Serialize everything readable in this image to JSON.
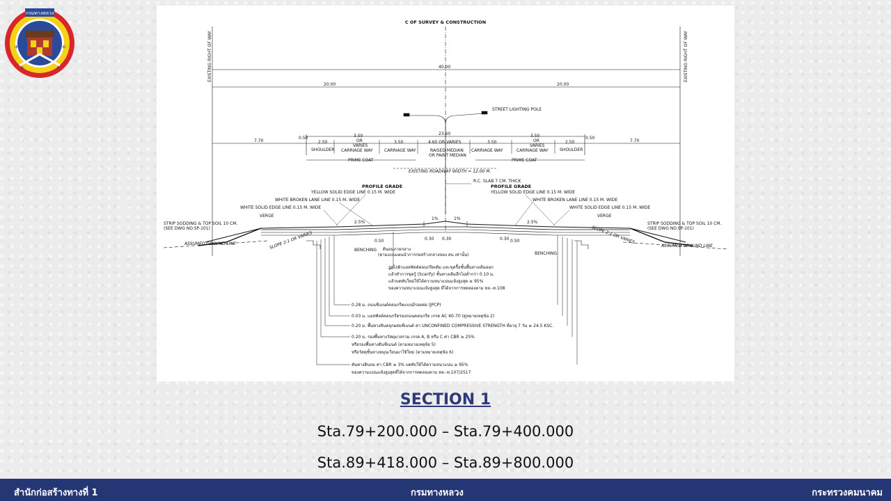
{
  "logo": {
    "text": "กรมทางหลวง"
  },
  "drawing": {
    "cl_label": "C OF SURVEY & CONSTRUCTION",
    "row_left": "EXISTING RIGHT OF WAY",
    "row_right": "EXISTING RIGHT OF WAY",
    "dim_total": "40.00",
    "dim_half_left": "20.00",
    "dim_half_right": "20.00",
    "street_light": "STREET LIGHTING POLE",
    "dim_roadway": "23.60",
    "dim_770_l": "7.70",
    "dim_770_r": "7.70",
    "dim_050_l": "0.50",
    "dim_050_r": "0.50",
    "dim_250_l": "2.50",
    "dim_250_r": "2.50",
    "lbl_shoulder_l": "SHOULDER",
    "lbl_shoulder_r": "SHOULDER",
    "lbl_350_or_varies_l1": "3.50",
    "lbl_or_l": "OR",
    "lbl_varies_l": "VARIES",
    "lbl_cway_l1": "CARRIAGE WAY",
    "dim_350_l2": "3.50",
    "lbl_cway_l2": "CARRIAGE WAY",
    "lbl_median_dim": "4.60 OR VARIES",
    "lbl_median_1": "RAISED MEDIAN",
    "lbl_median_2": "OR PAINT MEDIAN",
    "dim_350_r2": "3.50",
    "lbl_cway_r2": "CARRIAGE WAY",
    "lbl_350_or_varies_r1": "3.50",
    "lbl_or_r": "OR",
    "lbl_varies_r": "VARIES",
    "lbl_cway_r1": "CARRIAGE WAY",
    "prime_l": "PRIME COAT",
    "prime_r": "PRIME COAT",
    "existing_width": "EXISTING ROADWAY WIDTH = 12.00 M.",
    "rc_slab": "R.C. SLAB 7 CM. THICK",
    "profile_l": "PROFILE GRADE",
    "profile_r": "PROFILE GRADE",
    "yellow_l": "YELLOW SOLID EDGE LINE 0.15 M. WIDE",
    "yellow_r": "YELLOW SOLID EDGE LINE 0.15 M. WIDE",
    "wbroken_l": "WHITE BROKEN LANE LINE 0.15 M. WIDE",
    "wbroken_r": "WHITE BROKEN LANE LINE 0.15 M. WIDE",
    "wsolid_l": "WHITE SOLID EDGE LINE 0.15 M. WIDE",
    "wsolid_r": "WHITE SOLID EDGE LINE 0.15 M. WIDE",
    "verge_l": "VERGE",
    "verge_r": "VERGE",
    "strip_l1": "STRIP SODDING & TOP SOIL 10 CM.",
    "strip_l2": "(SEE DWG NO.SP-101)",
    "strip_r1": "STRIP SODDING & TOP SOIL 10 CM.",
    "strip_r2": "(SEE DWG NO.SP-101)",
    "slope_l": "SLOPE 2:1 OR VARIES",
    "slope_r": "SLOPE 2:1 OR VARIES",
    "gl_l": "ASSUMED GROUND LINE",
    "gl_r": "ASSUMED GROUND LINE",
    "pct_25_l": "2.5%",
    "pct_25_r": "2.5%",
    "pct_1_l": "1%",
    "pct_1_r": "1%",
    "d_050_l": "0.50",
    "d_030_l": "0.30",
    "d_030_m": "0.30",
    "d_030_r": "0.30",
    "d_050_r": "0.50",
    "bench_l": "BENCHING",
    "bench_r": "BENCHING",
    "fill_1": "ดินถมภายกลาง",
    "fill_2": "(ตามแบบแผนนำการก่อสร้างกลางของ สน เท่านั้น)",
    "note_1a": "รูดไถผิวแอสฟัลต์คอนกรีตเดิม และขุดรื้อชั้นพื้นทางเดิมออก",
    "note_1b": "แล้วทำการขุดรู้ (Scarify) ชั้นทางเดิมลึกไม่ต่ำกว่า 0.10 ม.",
    "note_1c": "แล้วบดทับใหม่ให้ได้ความหนาแน่นแห้งสูงสุด ≥ 95%",
    "note_1d": "ของความหนาแน่นแห้งสูงสุด ที่ได้จากการทดลองตาม ทล.-ท.108",
    "layer_1": "0.28 ม. ถนนซีเมนต์คอนกรีตแบบมีรอยต่อ (JPCP)",
    "layer_2": "0.03 ม. แอสฟัลต์คอนกรีตรองถนนคอนกรีต เกรด AC 60-70 (ดูหมายเหตุข้อ 2)",
    "layer_3": "0.20 ม. พื้นทางหินคลุกผสมซีเมนต์ ค่า UNCONFINED COMPRESSIVE STRENGTH ที่อายุ 7 วัน ≥ 24.5 KSC.",
    "layer_4a": "0.20 ม. รองพื้นทางวัสดุมวลรวม เกรด A, B หรือ C ค่า CBR ≥ 25%",
    "layer_4b": "หรือรองพื้นทางดินซีเมนต์ (ตามหมายเหตุข้อ 5)",
    "layer_4c": "หรือวัสดุชั้นทางหมุนเวียนมาใช้ใหม่ (ตามหมายเหตุข้อ 6)",
    "layer_5a": "คันทางดินถม ค่า CBR ≥ 3% บดทับให้ได้ความหนาแน่น ≥ 95%",
    "layer_5b": "ของความแน่นแห้งสูงสุดที่ได้จากการทดลองตาม ทล.-ท.107/2517"
  },
  "section_title": "SECTION 1",
  "station_1": "Sta.79+200.000 – Sta.79+400.000",
  "station_2": "Sta.89+418.000 – Sta.89+800.000",
  "footer": {
    "left": "สำนักก่อสร้างทางที่ 1",
    "center": "กรมทางหลวง",
    "right": "กระทรวงคมนาคม"
  }
}
